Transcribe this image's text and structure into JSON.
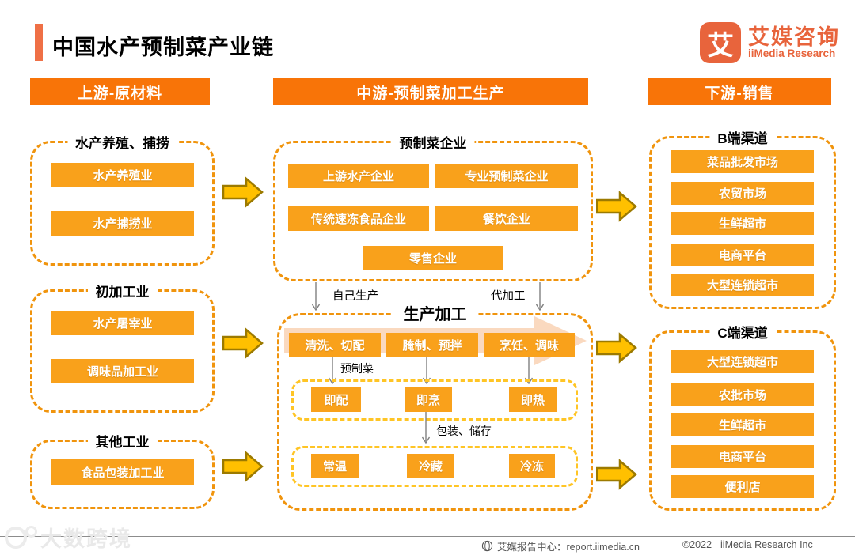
{
  "page": {
    "title": "中国水产预制菜产业链",
    "logo": {
      "mark": "艾",
      "name_cn": "艾媒咨询",
      "name_en": "iiMedia Research"
    }
  },
  "columns": {
    "upstream": {
      "header": "上游-原材料",
      "groups": [
        {
          "title": "水产养殖、捕捞",
          "items": [
            "水产养殖业",
            "水产捕捞业"
          ]
        },
        {
          "title": "初加工业",
          "items": [
            "水产屠宰业",
            "调味品加工业"
          ]
        },
        {
          "title": "其他工业",
          "items": [
            "食品包装加工业"
          ]
        }
      ]
    },
    "midstream": {
      "header": "中游-预制菜加工生产",
      "enterprises": {
        "title": "预制菜企业",
        "row1": [
          "上游水产企业",
          "专业预制菜企业"
        ],
        "row2": [
          "传统速冻食品企业",
          "餐饮企业"
        ],
        "row3": [
          "零售企业"
        ]
      },
      "flow_labels": {
        "self": "自己生产",
        "oem": "代加工",
        "premade": "预制菜",
        "packaging": "包装、储存"
      },
      "processing": {
        "title": "生产加工",
        "steps": [
          "清洗、切配",
          "腌制、预拌",
          "烹饪、调味"
        ],
        "types": [
          "即配",
          "即烹",
          "即热"
        ],
        "storage": [
          "常温",
          "冷藏",
          "冷冻"
        ]
      }
    },
    "downstream": {
      "header": "下游-销售",
      "groups": [
        {
          "title": "B端渠道",
          "items": [
            "菜品批发市场",
            "农贸市场",
            "生鲜超市",
            "电商平台",
            "大型连锁超市"
          ]
        },
        {
          "title": "C端渠道",
          "items": [
            "大型连锁超市",
            "农批市场",
            "生鲜超市",
            "电商平台",
            "便利店"
          ]
        }
      ]
    }
  },
  "footer": {
    "center": "艾媒报告中心：report.iimedia.cn",
    "copyright": "©2022",
    "company": "iiMedia Research  Inc",
    "watermark": "大数跨境"
  },
  "icons": {
    "footer_site": "globe-icon",
    "watermark_mark": "rings-icon"
  },
  "colors": {
    "stage_header": "#F87408",
    "item_button": "#F9A11B",
    "dash_orange": "#F0940D",
    "dash_gold": "#FFC525",
    "arrow_fill": "#FFC000",
    "arrow_stroke": "#9C7A00",
    "logo_orange": "#E8643C",
    "band_peach": "#FAD9BF",
    "accent_bar": "#EF7046"
  }
}
